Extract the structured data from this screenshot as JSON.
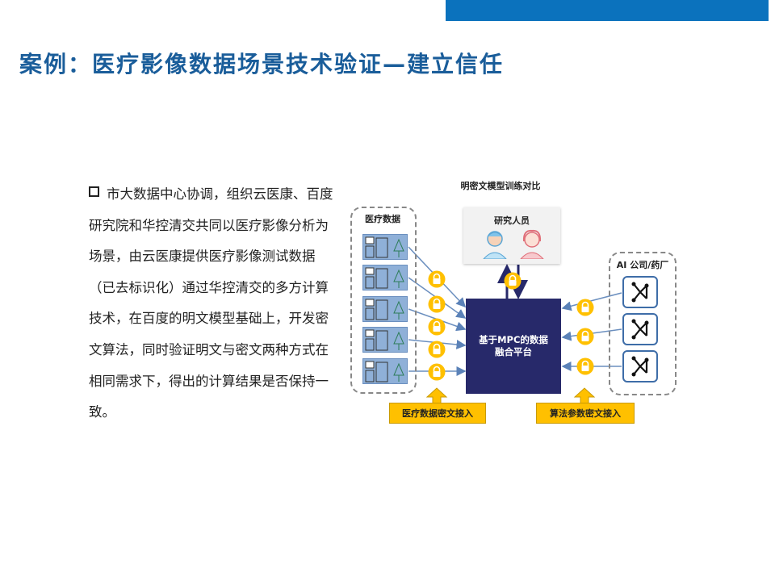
{
  "header": {
    "title": "案例：医疗影像数据场景技术验证—建立信任"
  },
  "body": {
    "text": "市大数据中心协调，组织云医康、百度研究院和华控清交共同以医疗影像分析为场景，由云医康提供医疗影像测试数据（已去标识化）通过华控清交的多方计算技术，在百度的明文模型基础上，开发密文算法，同时验证明文与密文两种方式在相同需求下，得出的计算结果是否保持一致。"
  },
  "diagram": {
    "compare_label": "明密文模型训练对比",
    "research_label": "研究人员",
    "medical_group_label": "医疗数据",
    "ai_group_label": "AI 公司/药厂",
    "platform_label": "基于MPC的数据融合平台",
    "medical_access_button": "医疗数据密文接入",
    "algorithm_access_button": "算法参数密文接入",
    "colors": {
      "accent_bar": "#0b72bd",
      "title": "#1a5d9a",
      "platform": "#27296a",
      "lock": "#ffc000",
      "arrow": "#6b8fbf"
    },
    "icons": [
      "hospital-icon",
      "tree-icon",
      "lock-icon",
      "ai-logo-icon",
      "male-researcher-icon",
      "female-researcher-icon"
    ]
  }
}
